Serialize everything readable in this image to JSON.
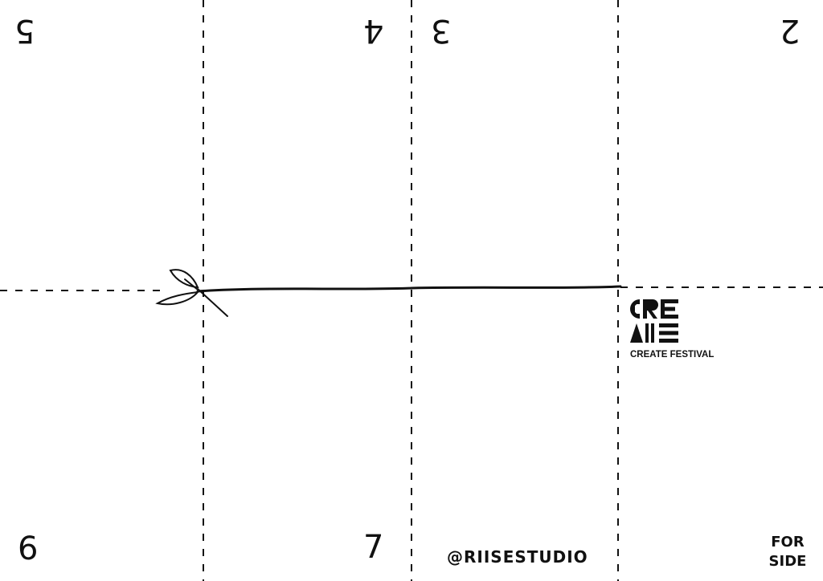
{
  "sheet": {
    "panel_numbers_upside_down": [
      "5",
      "4",
      "3",
      "2"
    ],
    "panel_numbers_upright": [
      "6",
      "7"
    ],
    "handle": "@RIISESTUDIO",
    "side_label": [
      "FOR",
      "SIDE"
    ]
  },
  "logo": {
    "name": "CREATE FESTIVAL",
    "mark": "create-festival-logo-mark"
  },
  "icons": {
    "scissors": "scissors-icon"
  },
  "colors": {
    "ink": "#111111",
    "paper": "#ffffff"
  }
}
